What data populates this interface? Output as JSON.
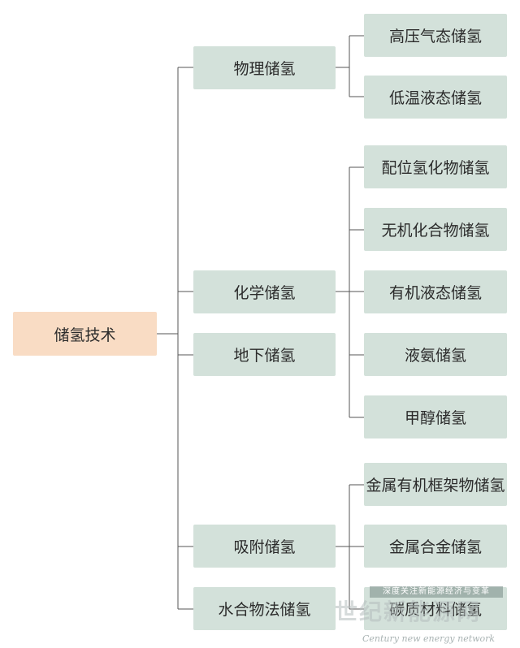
{
  "root": {
    "label": "储氢技术"
  },
  "branches": [
    {
      "label": "物理储氢",
      "children": [
        "高压气态储氢",
        "低温液态储氢"
      ]
    },
    {
      "label": "化学储氢",
      "children": [
        "配位氢化物储氢",
        "无机化合物储氢",
        "有机液态储氢",
        "液氨储氢",
        "甲醇储氢"
      ]
    },
    {
      "label": "地下储氢",
      "children": []
    },
    {
      "label": "吸附储氢",
      "children": [
        "金属有机框架物储氢",
        "金属合金储氢",
        "碳质材料储氢"
      ]
    },
    {
      "label": "水合物法储氢",
      "children": []
    }
  ],
  "watermark": {
    "banner": "深度关注新能源经济与变革",
    "main": "世纪新能源网",
    "sub": "Century new energy network"
  },
  "colors": {
    "root_fill": "#f9dcc4",
    "node_fill": "#d3e1da",
    "line": "#555555"
  }
}
